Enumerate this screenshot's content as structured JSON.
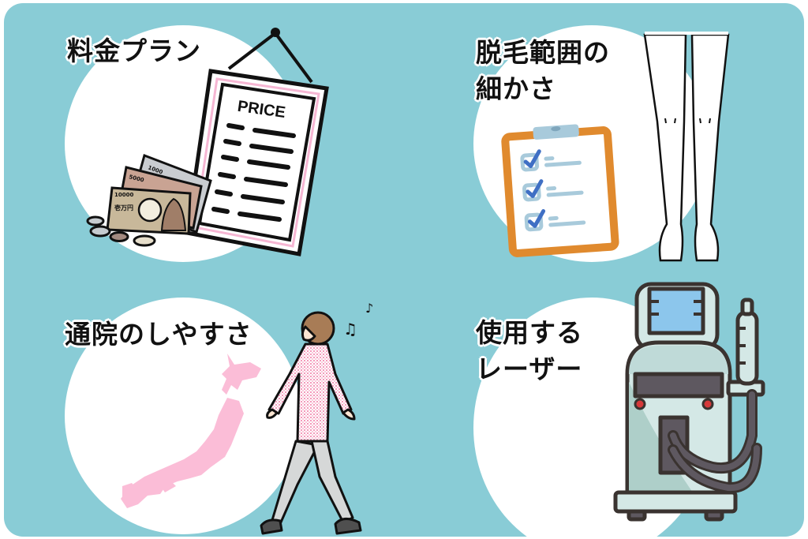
{
  "colors": {
    "background": "#89CCD6",
    "circle": "#FFFFFF",
    "text": "#111111",
    "price_frame_pink": "#F6B6D3",
    "clipboard_orange": "#E08A2E",
    "check_blue": "#3F6FC4",
    "map_pink": "#FBBDD7",
    "laser_body": "#D4E8E6",
    "laser_screen": "#8CC6EC",
    "laser_dark": "#5E5860",
    "laser_red": "#D6393A"
  },
  "panels": [
    {
      "id": "price",
      "label": "料金プラン",
      "icon": "price-sign-icon",
      "sign_text": "PRICE",
      "banknotes": [
        "1000",
        "5000",
        "10000"
      ],
      "banknote_kanji": "壱万円"
    },
    {
      "id": "range",
      "label": "脱毛範囲の\n細かさ",
      "icon": "clipboard-checklist-icon",
      "secondary_icon": "legs-icon"
    },
    {
      "id": "access",
      "label": "通院のしやすさ",
      "icon": "japan-map-icon",
      "secondary_icon": "walking-woman-icon",
      "music_notes": [
        "♫",
        "♪"
      ]
    },
    {
      "id": "laser",
      "label": "使用する\nレーザー",
      "icon": "laser-machine-icon"
    }
  ]
}
